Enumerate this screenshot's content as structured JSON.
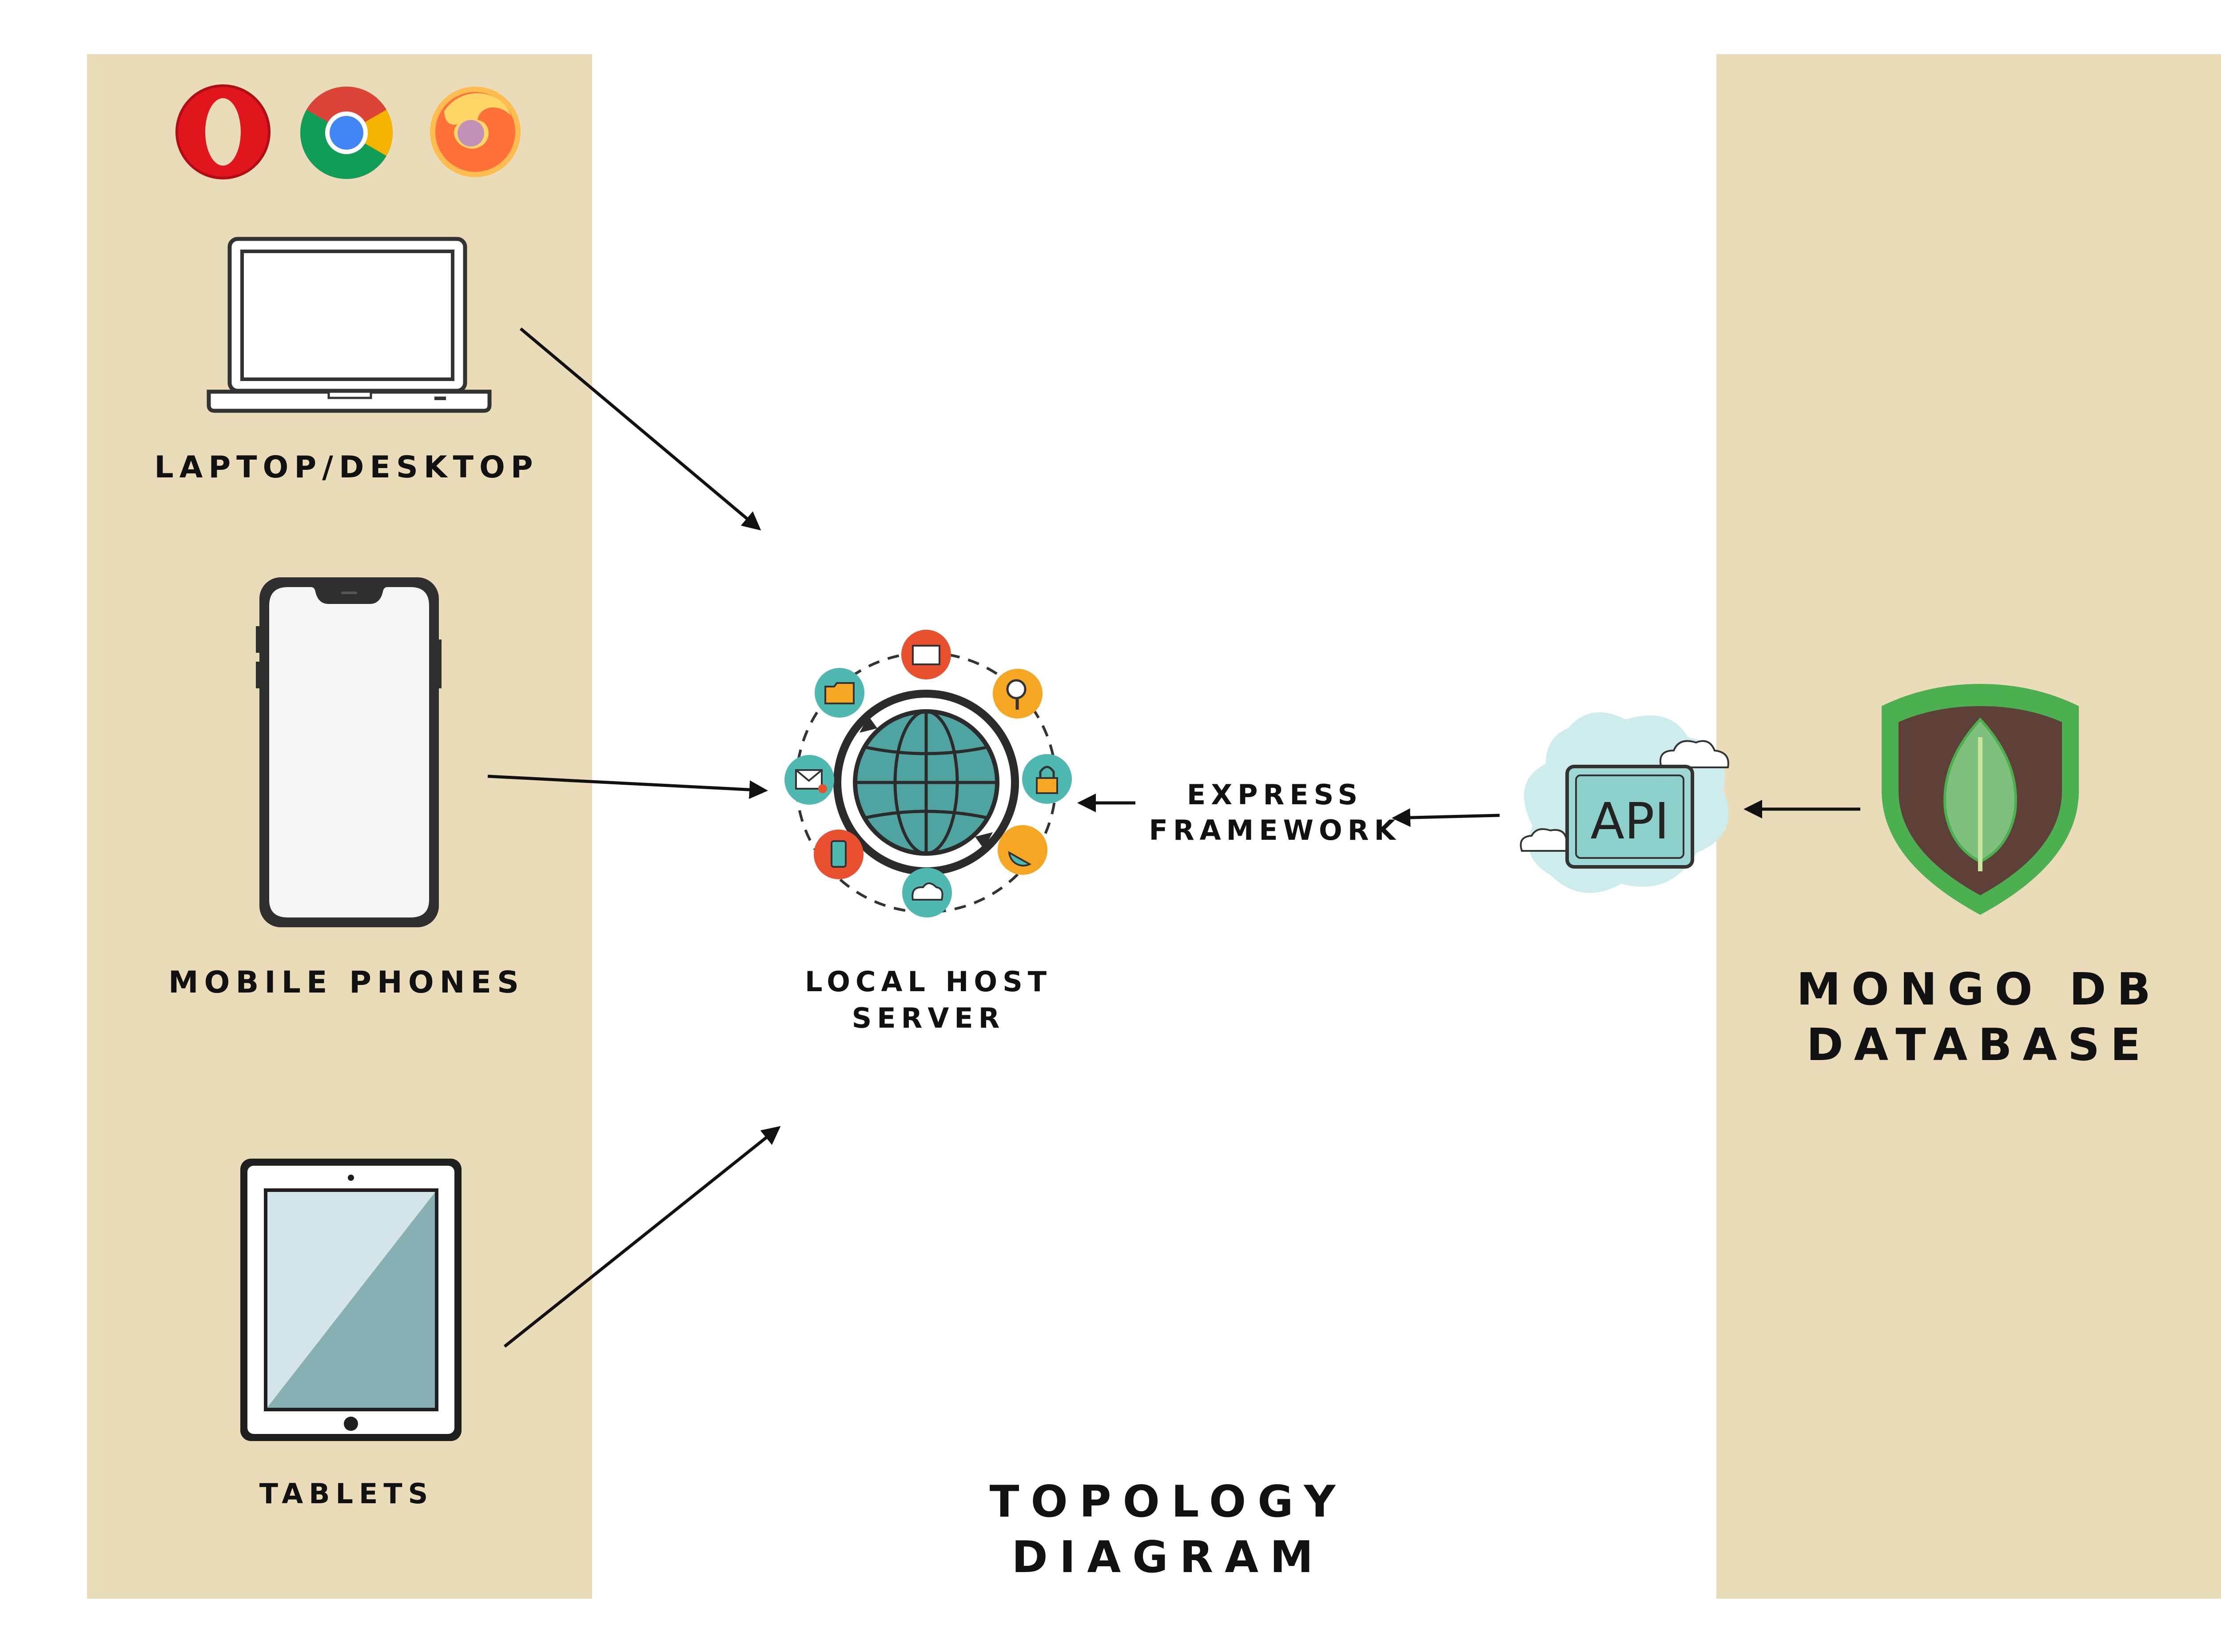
{
  "diagram": {
    "title": "TOPOLOGY\nDIAGRAM",
    "clients": {
      "laptop_label": "LAPTOP/DESKTOP",
      "mobile_label": "MOBILE PHONES",
      "tablet_label": "TABLETS"
    },
    "server_label": "LOCAL HOST\nSERVER",
    "framework_label": "EXPRESS\nFRAMEWORK",
    "api_label": "API",
    "database_label": "MONGO DB\nDATABASE",
    "browser_icons": [
      "opera-icon",
      "chrome-icon",
      "firefox-icon"
    ],
    "colors": {
      "panel": "#ebdcb9",
      "text": "#111111",
      "mongo_green": "#4caf50",
      "mongo_brown": "#5d4037",
      "globe_teal": "#4fa3a0"
    }
  }
}
